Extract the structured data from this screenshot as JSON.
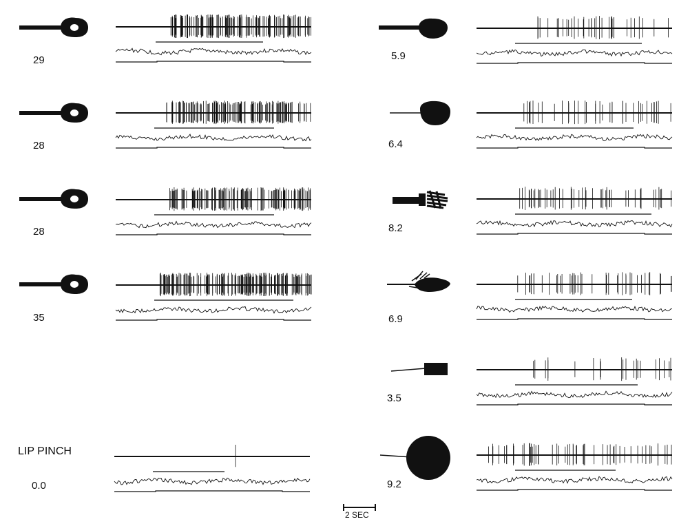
{
  "ink_color": "#111111",
  "scale_bar": {
    "label": "2 SEC"
  },
  "rows": [
    {
      "label": "29",
      "stimulus": "brush-loop-icon",
      "spikes": "dense",
      "spike_value": 29
    },
    {
      "label": "28",
      "stimulus": "brush-loop-icon",
      "spikes": "dense",
      "spike_value": 28
    },
    {
      "label": "28",
      "stimulus": "brush-loop-icon",
      "spikes": "dense",
      "spike_value": 28
    },
    {
      "label": "35",
      "stimulus": "brush-loop-icon",
      "spikes": "dense",
      "spike_value": 35
    },
    {
      "label": "LIP PINCH",
      "value_label": "0.0",
      "stimulus": "none",
      "spikes": "single",
      "spike_value": 0.0
    },
    {
      "label": "5.9",
      "stimulus": "brush-round-icon",
      "spikes": "moderate",
      "spike_value": 5.9
    },
    {
      "label": "6.4",
      "stimulus": "blob-icon",
      "spikes": "moderate",
      "spike_value": 6.4
    },
    {
      "label": "8.2",
      "stimulus": "bristle-brush-icon",
      "spikes": "moderate",
      "spike_value": 8.2
    },
    {
      "label": "6.9",
      "stimulus": "feather-icon",
      "spikes": "moderate",
      "spike_value": 6.9
    },
    {
      "label": "3.5",
      "stimulus": "block-probe-icon",
      "spikes": "sparse",
      "spike_value": 3.5
    },
    {
      "label": "9.2",
      "stimulus": "disc-probe-icon",
      "spikes": "moderate",
      "spike_value": 9.2
    }
  ]
}
